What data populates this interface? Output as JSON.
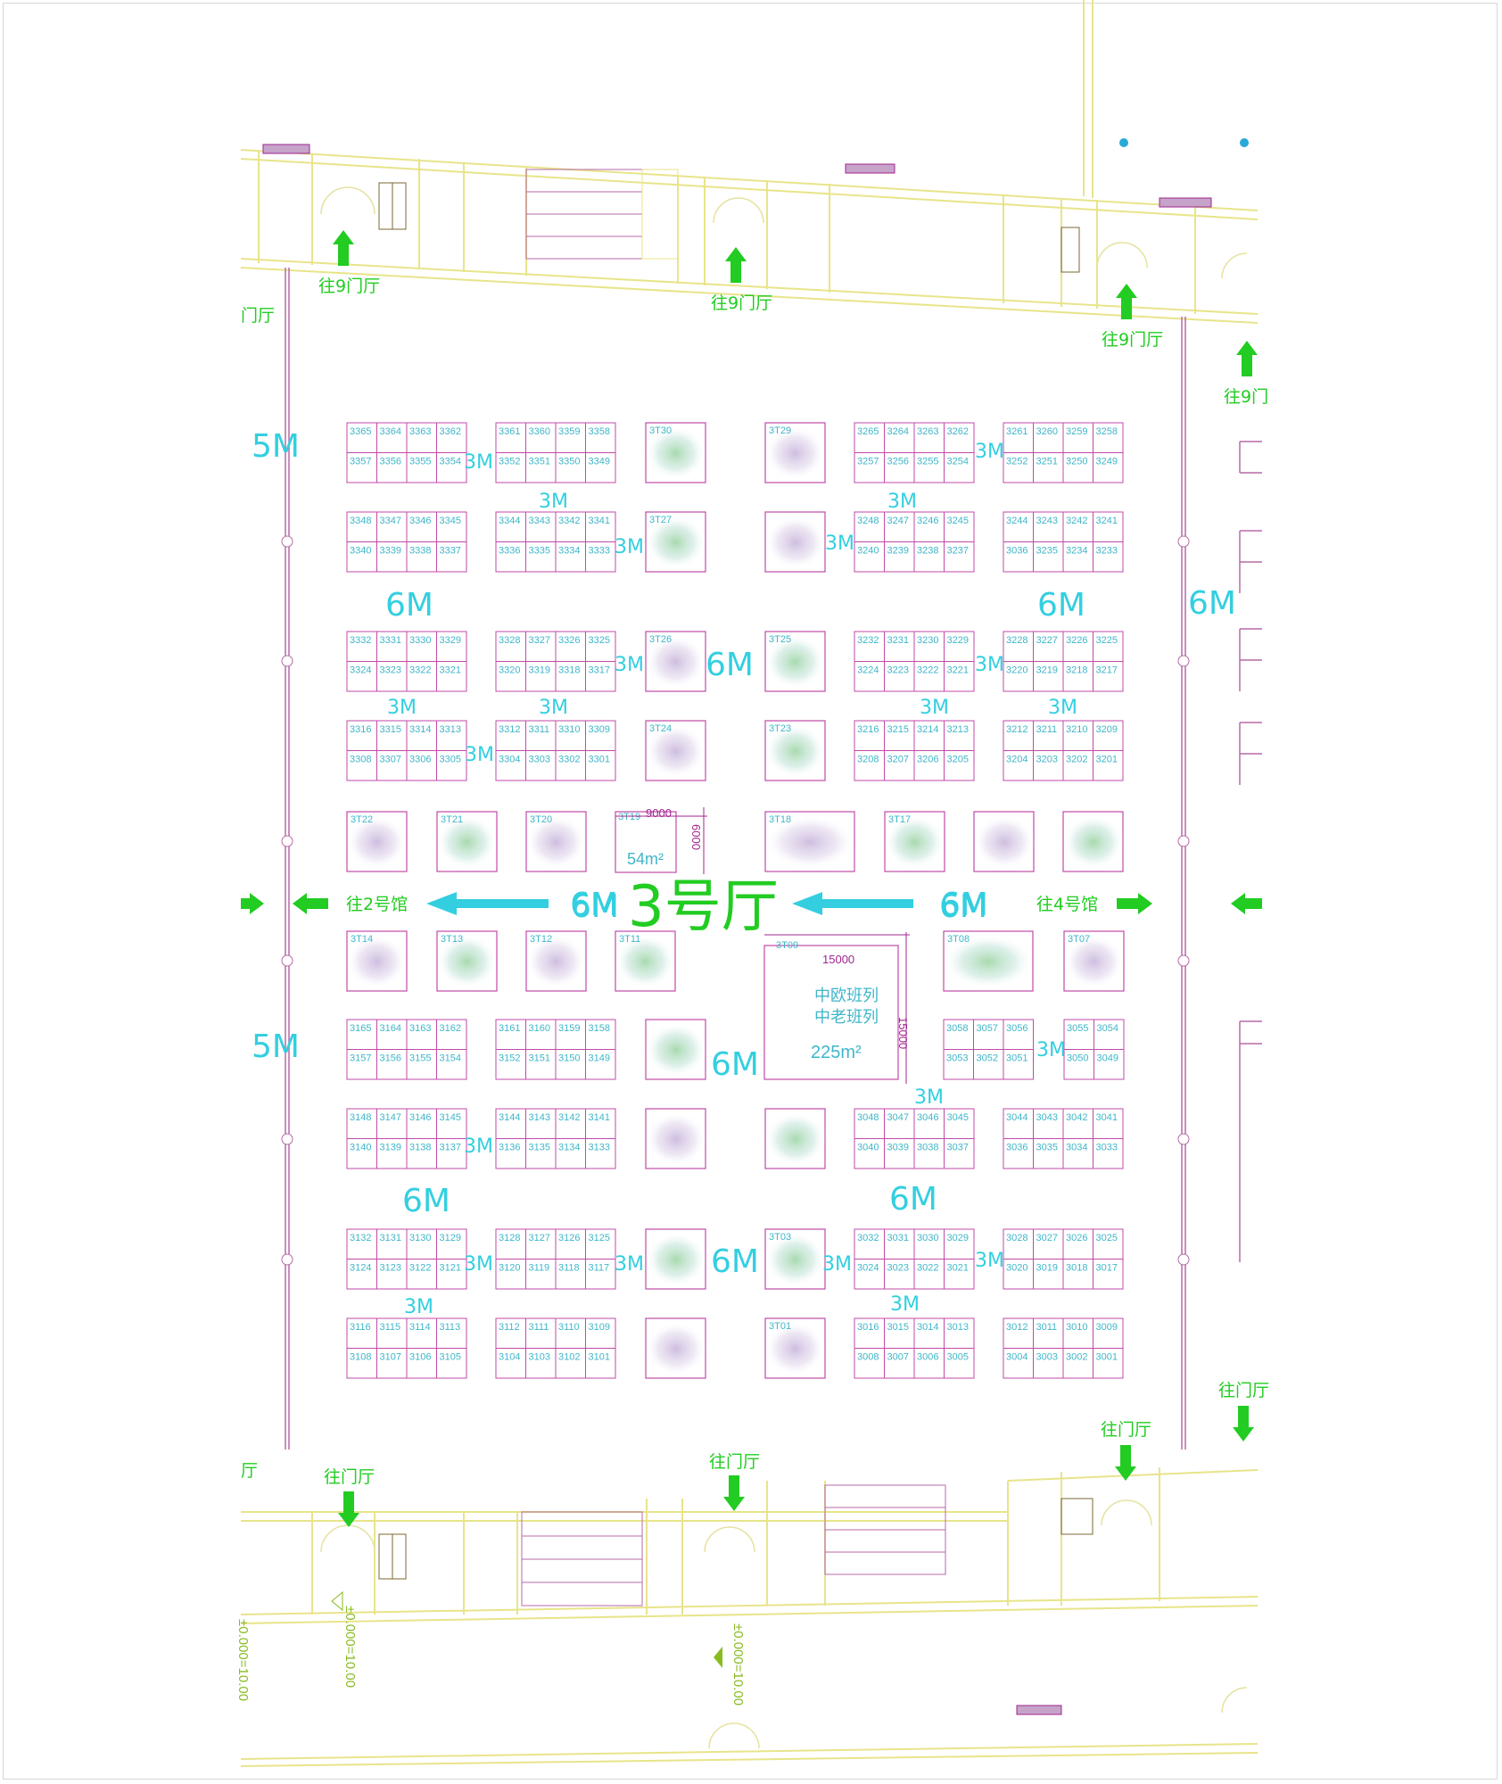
{
  "hall": {
    "title": "3号厅"
  },
  "directions": {
    "to_gate9": "往9门厅",
    "to_gate": "往门厅",
    "to_hall2": "往2号馆",
    "to_hall4": "往4号馆",
    "edge_gate9": "往9门",
    "edge_gate": "往门厅",
    "edge_hall_left_top": "门厅",
    "edge_hall_left_bottom": "厅"
  },
  "aisles": {
    "wide": "6M",
    "narrow": "3M",
    "left_edge": "5M"
  },
  "elevation": "±0.000=10.00",
  "colors": {
    "booth_stroke": "#c04aa8",
    "booth_text": "#3fb6c9",
    "aisle_text": "#33cfe0",
    "direction_green": "#22cc22",
    "wall_yellow": "#e8e48a"
  },
  "booth_blocks": [
    {
      "row": 1,
      "col": 1,
      "top": [
        "3365",
        "3364",
        "3363",
        "3362"
      ],
      "bottom": [
        "3357",
        "3356",
        "3355",
        "3354"
      ]
    },
    {
      "row": 1,
      "col": 2,
      "top": [
        "3361",
        "3360",
        "3359",
        "3358"
      ],
      "bottom": [
        "3352",
        "3351",
        "3350",
        "3349"
      ]
    },
    {
      "row": 1,
      "col": 3,
      "top": [
        "3265",
        "3264",
        "3263",
        "3262"
      ],
      "bottom": [
        "3257",
        "3256",
        "3255",
        "3254"
      ]
    },
    {
      "row": 1,
      "col": 4,
      "top": [
        "3261",
        "3260",
        "3259",
        "3258"
      ],
      "bottom": [
        "3252",
        "3251",
        "3250",
        "3249"
      ]
    },
    {
      "row": 2,
      "col": 1,
      "top": [
        "3348",
        "3347",
        "3346",
        "3345"
      ],
      "bottom": [
        "3340",
        "3339",
        "3338",
        "3337"
      ]
    },
    {
      "row": 2,
      "col": 2,
      "top": [
        "3344",
        "3343",
        "3342",
        "3341"
      ],
      "bottom": [
        "3336",
        "3335",
        "3334",
        "3333"
      ]
    },
    {
      "row": 2,
      "col": 3,
      "top": [
        "3248",
        "3247",
        "3246",
        "3245"
      ],
      "bottom": [
        "3240",
        "3239",
        "3238",
        "3237"
      ]
    },
    {
      "row": 2,
      "col": 4,
      "top": [
        "3244",
        "3243",
        "3242",
        "3241"
      ],
      "bottom": [
        "3036",
        "3235",
        "3234",
        "3233"
      ]
    },
    {
      "row": 3,
      "col": 1,
      "top": [
        "3332",
        "3331",
        "3330",
        "3329"
      ],
      "bottom": [
        "3324",
        "3323",
        "3322",
        "3321"
      ]
    },
    {
      "row": 3,
      "col": 2,
      "top": [
        "3328",
        "3327",
        "3326",
        "3325"
      ],
      "bottom": [
        "3320",
        "3319",
        "3318",
        "3317"
      ]
    },
    {
      "row": 3,
      "col": 3,
      "top": [
        "3232",
        "3231",
        "3230",
        "3229"
      ],
      "bottom": [
        "3224",
        "3223",
        "3222",
        "3221"
      ]
    },
    {
      "row": 3,
      "col": 4,
      "top": [
        "3228",
        "3227",
        "3226",
        "3225"
      ],
      "bottom": [
        "3220",
        "3219",
        "3218",
        "3217"
      ]
    },
    {
      "row": 4,
      "col": 1,
      "top": [
        "3316",
        "3315",
        "3314",
        "3313"
      ],
      "bottom": [
        "3308",
        "3307",
        "3306",
        "3305"
      ]
    },
    {
      "row": 4,
      "col": 2,
      "top": [
        "3312",
        "3311",
        "3310",
        "3309"
      ],
      "bottom": [
        "3304",
        "3303",
        "3302",
        "3301"
      ]
    },
    {
      "row": 4,
      "col": 3,
      "top": [
        "3216",
        "3215",
        "3214",
        "3213"
      ],
      "bottom": [
        "3208",
        "3207",
        "3206",
        "3205"
      ]
    },
    {
      "row": 4,
      "col": 4,
      "top": [
        "3212",
        "3211",
        "3210",
        "3209"
      ],
      "bottom": [
        "3204",
        "3203",
        "3202",
        "3201"
      ]
    },
    {
      "row": 5,
      "col": 1,
      "top": [
        "3165",
        "3164",
        "3163",
        "3162"
      ],
      "bottom": [
        "3157",
        "3156",
        "3155",
        "3154"
      ]
    },
    {
      "row": 5,
      "col": 2,
      "top": [
        "3161",
        "3160",
        "3159",
        "3158"
      ],
      "bottom": [
        "3152",
        "3151",
        "3150",
        "3149"
      ]
    },
    {
      "row": 6,
      "col": 1,
      "top": [
        "3148",
        "3147",
        "3146",
        "3145"
      ],
      "bottom": [
        "3140",
        "3139",
        "3138",
        "3137"
      ]
    },
    {
      "row": 6,
      "col": 2,
      "top": [
        "3144",
        "3143",
        "3142",
        "3141"
      ],
      "bottom": [
        "3136",
        "3135",
        "3134",
        "3133"
      ]
    },
    {
      "row": 6,
      "col": 3,
      "top": [
        "3048",
        "3047",
        "3046",
        "3045"
      ],
      "bottom": [
        "3040",
        "3039",
        "3038",
        "3037"
      ]
    },
    {
      "row": 6,
      "col": 4,
      "top": [
        "3044",
        "3043",
        "3042",
        "3041"
      ],
      "bottom": [
        "3036",
        "3035",
        "3034",
        "3033"
      ]
    },
    {
      "row": 7,
      "col": 1,
      "top": [
        "3132",
        "3131",
        "3130",
        "3129"
      ],
      "bottom": [
        "3124",
        "3123",
        "3122",
        "3121"
      ]
    },
    {
      "row": 7,
      "col": 2,
      "top": [
        "3128",
        "3127",
        "3126",
        "3125"
      ],
      "bottom": [
        "3120",
        "3119",
        "3118",
        "3117"
      ]
    },
    {
      "row": 7,
      "col": 3,
      "top": [
        "3032",
        "3031",
        "3030",
        "3029"
      ],
      "bottom": [
        "3024",
        "3023",
        "3022",
        "3021"
      ]
    },
    {
      "row": 7,
      "col": 4,
      "top": [
        "3028",
        "3027",
        "3026",
        "3025"
      ],
      "bottom": [
        "3020",
        "3019",
        "3018",
        "3017"
      ]
    },
    {
      "row": 8,
      "col": 1,
      "top": [
        "3116",
        "3115",
        "3114",
        "3113"
      ],
      "bottom": [
        "3108",
        "3107",
        "3106",
        "3105"
      ]
    },
    {
      "row": 8,
      "col": 2,
      "top": [
        "3112",
        "3111",
        "3110",
        "3109"
      ],
      "bottom": [
        "3104",
        "3103",
        "3102",
        "3101"
      ]
    },
    {
      "row": 8,
      "col": 3,
      "top": [
        "3016",
        "3015",
        "3014",
        "3013"
      ],
      "bottom": [
        "3008",
        "3007",
        "3006",
        "3005"
      ]
    },
    {
      "row": 8,
      "col": 4,
      "top": [
        "3012",
        "3011",
        "3010",
        "3009"
      ],
      "bottom": [
        "3004",
        "3003",
        "3002",
        "3001"
      ]
    }
  ],
  "partial_blocks": [
    {
      "top": [
        "3058",
        "3057",
        "3056"
      ],
      "bottom": [
        "3053",
        "3052",
        "3051"
      ]
    },
    {
      "top": [
        "3055",
        "3054"
      ],
      "bottom": [
        "3050",
        "3049"
      ]
    }
  ],
  "special_booths": [
    "3T30",
    "3T29",
    "3T27",
    "3T26",
    "3T25",
    "3T24",
    "3T23",
    "3T22",
    "3T21",
    "3T20",
    "3T19",
    "3T18",
    "3T17",
    "3T14",
    "3T13",
    "3T12",
    "3T11",
    "3T09",
    "3T08",
    "3T07",
    "3T03",
    "3T01"
  ],
  "feature_booth": {
    "line1": "中欧班列",
    "line2": "中老班列",
    "area": "225m²",
    "width": "15000",
    "depth": "15000"
  },
  "booth_3t19": {
    "area": "54m²",
    "width": "9000",
    "depth": "6000"
  }
}
